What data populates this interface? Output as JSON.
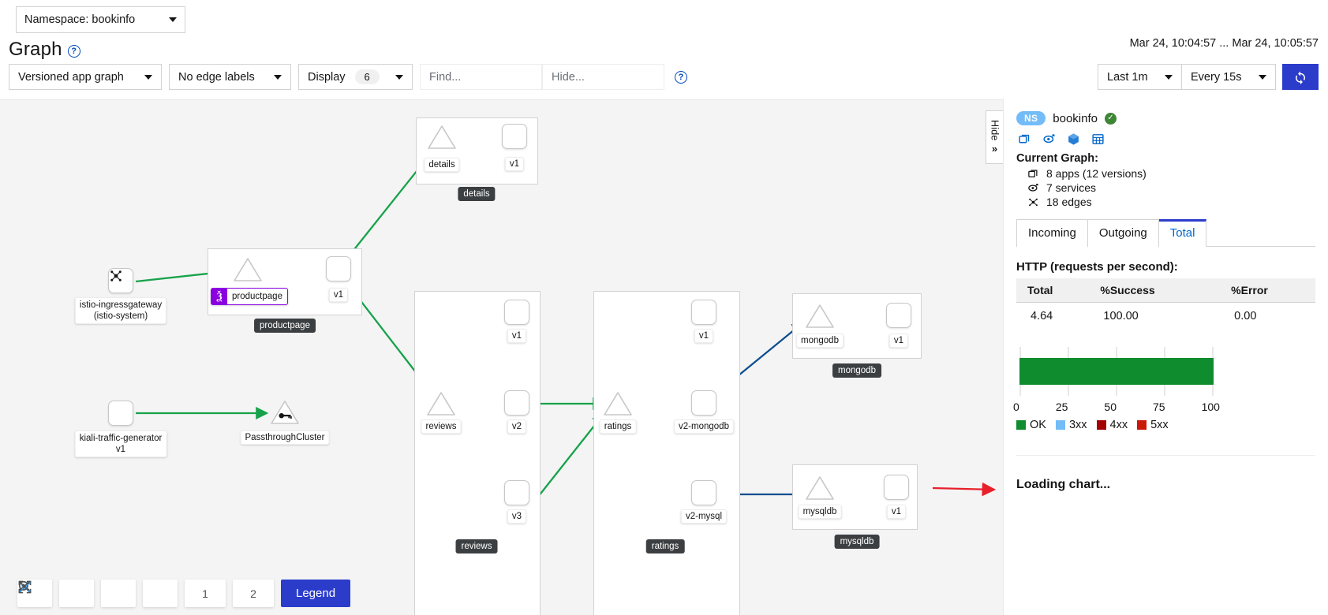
{
  "namespace_selector": {
    "label": "Namespace: bookinfo",
    "icon": "chevron-down-icon"
  },
  "header": {
    "title": "Graph",
    "help_icon": "question-circle-icon",
    "time_range_text": "Mar 24, 10:04:57 ... Mar 24, 10:05:57"
  },
  "toolbar": {
    "graph_type": "Versioned app graph",
    "edge_labels": "No edge labels",
    "display_label": "Display",
    "display_count": "6",
    "find_placeholder": "Find...",
    "hide_placeholder": "Hide...",
    "help_icon": "question-circle-icon",
    "duration": "Last 1m",
    "refresh_interval": "Every 15s",
    "refresh_icon": "refresh-icon"
  },
  "graph_tools": {
    "zoom_in": "zoom-in-icon",
    "zoom_out": "zoom-out-icon",
    "fit": "fit-to-screen-icon",
    "layout_default": "graph-layout-icon",
    "layout_1": "1",
    "layout_2": "2",
    "legend_label": "Legend"
  },
  "hide_panel_tab": {
    "label": "Hide",
    "chevron": "»"
  },
  "graph": {
    "nodes": [
      {
        "id": "istio-ingressgateway",
        "label": "istio-ingressgateway\n(istio-system)",
        "type": "app-icon",
        "icon": "service-mesh-icon"
      },
      {
        "id": "kiali-traffic-generator",
        "label": "kiali-traffic-generator\nv1",
        "type": "workload"
      },
      {
        "id": "passthroughcluster",
        "label": "PassthroughCluster",
        "type": "service-key",
        "icon": "key-icon"
      },
      {
        "id": "productpage",
        "label": "productpage",
        "type": "service",
        "group": "productpage",
        "badge": "virtual-service"
      },
      {
        "id": "productpage-v1",
        "label": "v1",
        "type": "workload",
        "group": "productpage"
      },
      {
        "id": "details",
        "label": "details",
        "type": "service",
        "group": "details"
      },
      {
        "id": "details-v1",
        "label": "v1",
        "type": "workload",
        "group": "details"
      },
      {
        "id": "reviews",
        "label": "reviews",
        "type": "service",
        "group": "reviews"
      },
      {
        "id": "reviews-v1",
        "label": "v1",
        "type": "workload",
        "group": "reviews"
      },
      {
        "id": "reviews-v2",
        "label": "v2",
        "type": "workload",
        "group": "reviews"
      },
      {
        "id": "reviews-v3",
        "label": "v3",
        "type": "workload",
        "group": "reviews"
      },
      {
        "id": "ratings",
        "label": "ratings",
        "type": "service",
        "group": "ratings"
      },
      {
        "id": "ratings-v1",
        "label": "v1",
        "type": "workload",
        "group": "ratings"
      },
      {
        "id": "ratings-v2-mongodb",
        "label": "v2-mongodb",
        "type": "workload",
        "group": "ratings"
      },
      {
        "id": "ratings-v2-mysql",
        "label": "v2-mysql",
        "type": "workload",
        "group": "ratings"
      },
      {
        "id": "mongodb",
        "label": "mongodb",
        "type": "service",
        "group": "mongodb"
      },
      {
        "id": "mongodb-v1",
        "label": "v1",
        "type": "workload",
        "group": "mongodb"
      },
      {
        "id": "mysqldb",
        "label": "mysqldb",
        "type": "service",
        "group": "mysqldb"
      },
      {
        "id": "mysqldb-v1",
        "label": "v1",
        "type": "workload",
        "group": "mysqldb"
      }
    ],
    "group_labels": [
      "details",
      "productpage",
      "reviews",
      "ratings",
      "mongodb",
      "mysqldb"
    ],
    "edge_colors": {
      "http_ok": "#17a24a",
      "tcp": "#0b4d8f"
    }
  },
  "side_panel": {
    "ns_badge": "NS",
    "ns_name": "bookinfo",
    "health_icon": "check-circle-icon",
    "quick_icons": [
      "apps-icon",
      "services-icon",
      "workloads-icon",
      "istio-config-icon"
    ],
    "current_graph_title": "Current Graph:",
    "current_graph_items": [
      {
        "icon": "apps-icon",
        "text": "8 apps (12 versions)"
      },
      {
        "icon": "services-icon",
        "text": "7 services"
      },
      {
        "icon": "edges-icon",
        "text": "18 edges"
      }
    ],
    "tabs": [
      {
        "label": "Incoming",
        "active": false
      },
      {
        "label": "Outgoing",
        "active": false
      },
      {
        "label": "Total",
        "active": true
      }
    ],
    "http_title": "HTTP (requests per second):",
    "stats_headers": [
      "Total",
      "%Success",
      "%Error"
    ],
    "stats_values": [
      "4.64",
      "100.00",
      "0.00"
    ],
    "loading_text": "Loading chart..."
  },
  "chart_data": {
    "type": "bar",
    "title": "HTTP (requests per second):",
    "orientation": "horizontal",
    "categories": [
      "OK"
    ],
    "values": [
      100
    ],
    "series": [
      {
        "name": "OK",
        "value": 100,
        "color": "#0f8c2e"
      },
      {
        "name": "3xx",
        "value": 0,
        "color": "#73bcf7"
      },
      {
        "name": "4xx",
        "value": 0,
        "color": "#a30000"
      },
      {
        "name": "5xx",
        "value": 0,
        "color": "#c9190b"
      }
    ],
    "xlabel": "",
    "ylabel": "",
    "xlim": [
      0,
      100
    ],
    "xticks": [
      "0",
      "25",
      "50",
      "75",
      "100"
    ],
    "grid": true,
    "legend": [
      "OK",
      "3xx",
      "4xx",
      "5xx"
    ],
    "legend_position": "bottom"
  }
}
